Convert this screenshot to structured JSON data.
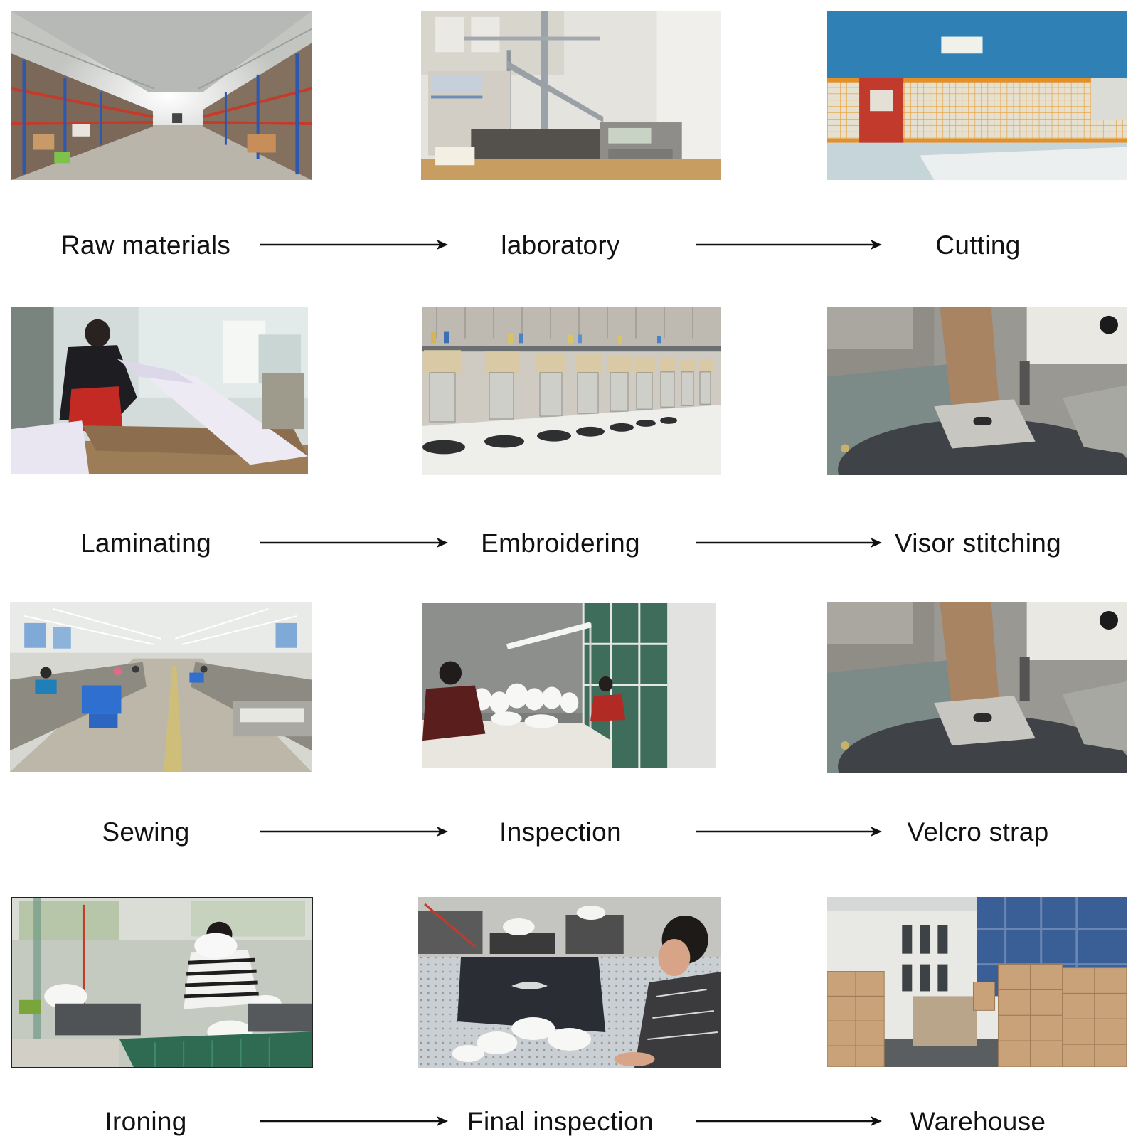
{
  "steps": [
    {
      "label": "Raw materials"
    },
    {
      "label": "laboratory"
    },
    {
      "label": "Cutting"
    },
    {
      "label": "Laminating"
    },
    {
      "label": "Embroidering"
    },
    {
      "label": "Visor stitching"
    },
    {
      "label": "Sewing"
    },
    {
      "label": "Inspection"
    },
    {
      "label": "Velcro strap"
    },
    {
      "label": "Ironing"
    },
    {
      "label": "Final inspection"
    },
    {
      "label": "Warehouse"
    }
  ]
}
